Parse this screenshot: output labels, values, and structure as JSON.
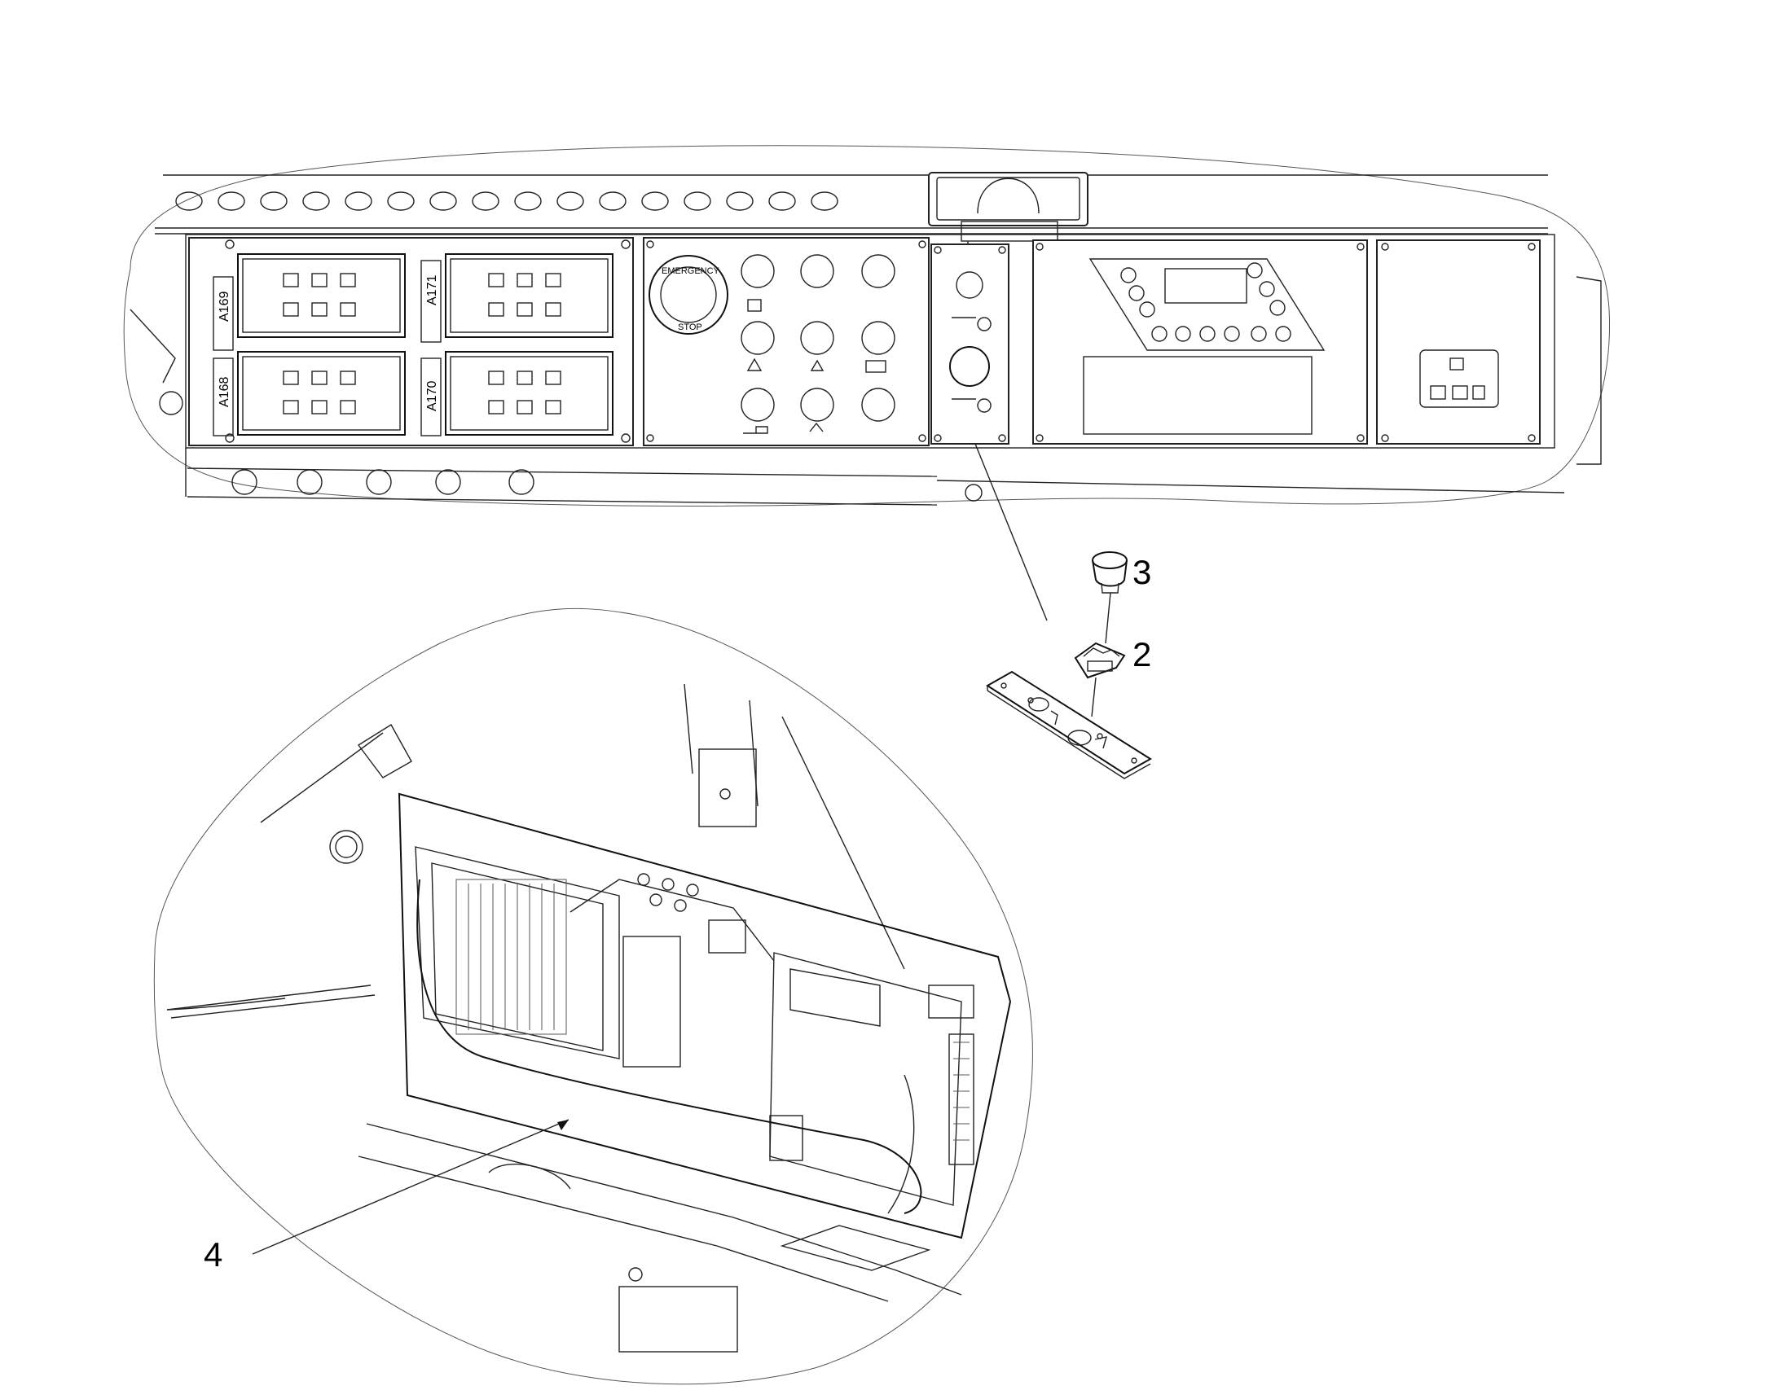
{
  "callouts": [
    {
      "label": "3"
    },
    {
      "label": "2"
    },
    {
      "label": "4"
    }
  ],
  "panel_labels": {
    "a169": "A169",
    "a168": "A168",
    "a171": "A171",
    "a170": "A170"
  },
  "estop": {
    "top_text": "EMERGENCY",
    "bottom_text": "STOP"
  },
  "line_color": "#222222",
  "background": "#ffffff"
}
